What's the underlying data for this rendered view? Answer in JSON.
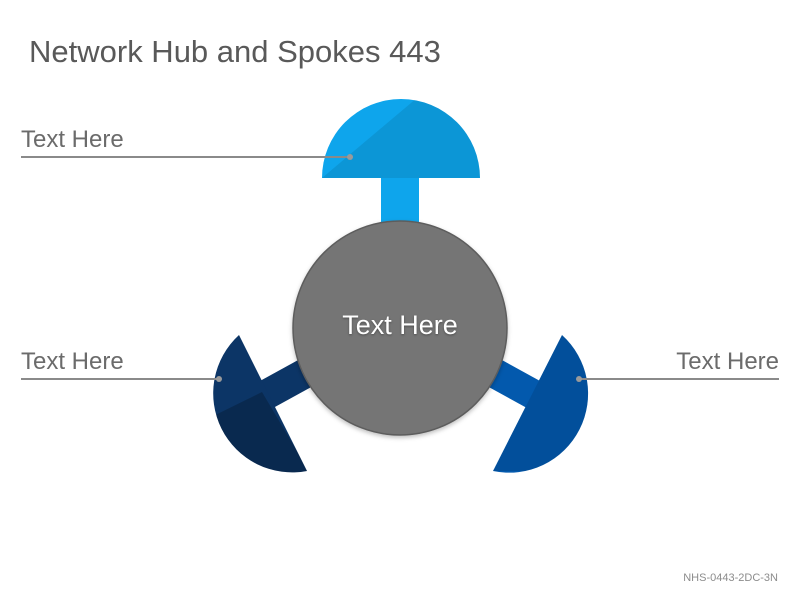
{
  "title": "Network Hub and Spokes 443",
  "hub": {
    "label": "Text Here",
    "color": "#757575"
  },
  "spokes": [
    {
      "label": "Text Here",
      "position": "top",
      "color": "#0ea5ec"
    },
    {
      "label": "Text Here",
      "position": "bottom-left",
      "color": "#0c3566"
    },
    {
      "label": "Text Here",
      "position": "bottom-right",
      "color": "#0359ad"
    }
  ],
  "leader_line_color": "#8a8a8a",
  "code": "NHS-0443-2DC-3N"
}
